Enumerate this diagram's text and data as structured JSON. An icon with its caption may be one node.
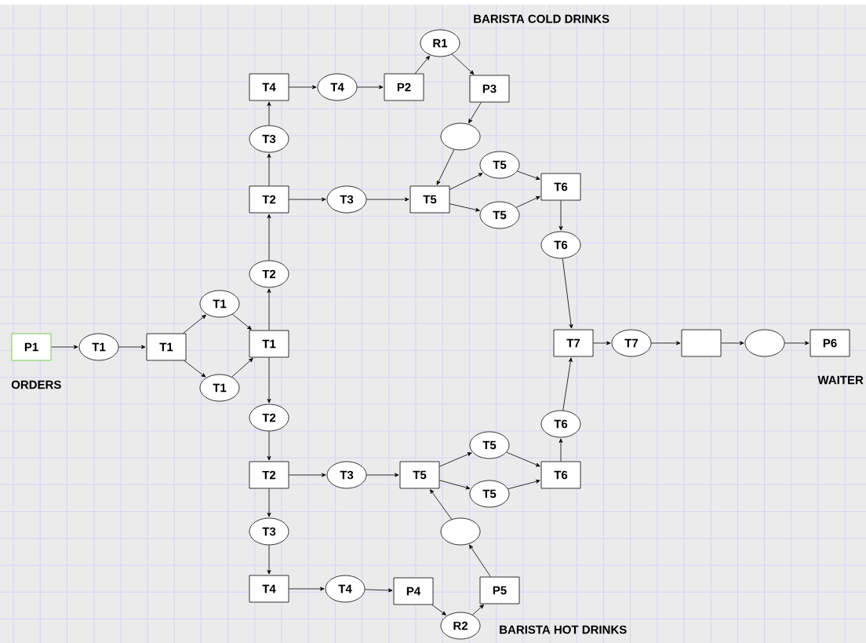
{
  "diagram": {
    "nodes": [
      {
        "text": [
          "P1"
        ],
        "beside": [
          "ORDERS"
        ]
      },
      {
        "text": [
          "T1"
        ]
      },
      {
        "text": [
          "T1"
        ]
      },
      {
        "text": [
          "T1"
        ]
      },
      {
        "text": [
          "T1"
        ]
      },
      {
        "text": [
          "T1"
        ]
      },
      {
        "text": [
          "T2"
        ]
      },
      {
        "text": [
          "T2"
        ]
      },
      {
        "text": [
          "T3"
        ]
      },
      {
        "text": [
          "T4"
        ]
      },
      {
        "text": [
          "T4"
        ]
      },
      {
        "text": [
          "P2"
        ]
      },
      {
        "text": [
          "R1"
        ],
        "beside": [
          "BARISTA COLD DRINKS"
        ]
      },
      {
        "text": [
          "P3"
        ]
      },
      {
        "text": [],
        "shape": "ellipse"
      },
      {
        "text": [
          "T3"
        ]
      },
      {
        "text": [
          "T5"
        ]
      },
      {
        "text": [
          "T5"
        ]
      },
      {
        "text": [
          "T5"
        ]
      },
      {
        "text": [
          "T6"
        ]
      },
      {
        "text": [
          "T6"
        ]
      },
      {
        "text": [
          "T2"
        ]
      },
      {
        "text": [
          "T2"
        ]
      },
      {
        "text": [
          "T3"
        ]
      },
      {
        "text": [
          "T5"
        ]
      },
      {
        "text": [
          "T5"
        ]
      },
      {
        "text": [
          "T5"
        ]
      },
      {
        "text": [
          "T6"
        ]
      },
      {
        "text": [
          "T6"
        ]
      },
      {
        "text": [
          "T3"
        ]
      },
      {
        "text": [
          "T4"
        ]
      },
      {
        "text": [
          "T4"
        ]
      },
      {
        "text": [
          "P4"
        ]
      },
      {
        "text": [
          "R2"
        ],
        "beside": [
          "BARISTA HOT DRINKS"
        ]
      },
      {
        "text": [
          "P5"
        ]
      },
      {
        "text": [],
        "shape": "ellipse"
      },
      {
        "text": [
          "T7"
        ]
      },
      {
        "text": [
          "T7"
        ]
      },
      {
        "text": [],
        "shape": "box"
      },
      {
        "text": [],
        "shape": "ellipse"
      },
      {
        "text": [
          "P6"
        ],
        "beside": [
          "WAITER"
        ]
      }
    ],
    "edges": [
      {
        "from": 0,
        "to": 1,
        "arrow": "to"
      },
      {
        "from": 1,
        "to": 2,
        "arrow": "to"
      },
      {
        "from": 2,
        "to": 3,
        "arrow": "to"
      },
      {
        "from": 2,
        "to": 4,
        "arrow": "to"
      },
      {
        "from": 3,
        "to": 5,
        "arrow": "to"
      },
      {
        "from": 4,
        "to": 5,
        "arrow": "to"
      },
      {
        "from": 5,
        "to": 6,
        "arrow": "to"
      },
      {
        "from": 6,
        "to": 7,
        "arrow": "to"
      },
      {
        "from": 7,
        "to": 8,
        "arrow": "to"
      },
      {
        "from": 8,
        "to": 9,
        "arrow": "to"
      },
      {
        "from": 9,
        "to": 10,
        "arrow": "to"
      },
      {
        "from": 10,
        "to": 11,
        "arrow": "to"
      },
      {
        "from": 11,
        "to": 12,
        "arrow": "to"
      },
      {
        "from": 12,
        "to": 13,
        "arrow": "to"
      },
      {
        "from": 13,
        "to": 14,
        "arrow": "to"
      },
      {
        "from": 14,
        "to": 16,
        "arrow": "to"
      },
      {
        "from": 7,
        "to": 15,
        "arrow": "to"
      },
      {
        "from": 15,
        "to": 16,
        "arrow": "to"
      },
      {
        "from": 16,
        "to": 17,
        "arrow": "to"
      },
      {
        "from": 16,
        "to": 18,
        "arrow": "to"
      },
      {
        "from": 17,
        "to": 19,
        "arrow": "to"
      },
      {
        "from": 18,
        "to": 19,
        "arrow": "to"
      },
      {
        "from": 19,
        "to": 20,
        "arrow": "to"
      },
      {
        "from": 20,
        "to": 36,
        "arrow": "to"
      },
      {
        "from": 5,
        "to": 21,
        "arrow": "to"
      },
      {
        "from": 21,
        "to": 22,
        "arrow": "to"
      },
      {
        "from": 22,
        "to": 23,
        "arrow": "to"
      },
      {
        "from": 23,
        "to": 24,
        "arrow": "to"
      },
      {
        "from": 24,
        "to": 25,
        "arrow": "to"
      },
      {
        "from": 24,
        "to": 26,
        "arrow": "to"
      },
      {
        "from": 25,
        "to": 27,
        "arrow": "to"
      },
      {
        "from": 26,
        "to": 27,
        "arrow": "to"
      },
      {
        "from": 27,
        "to": 28,
        "arrow": "to"
      },
      {
        "from": 28,
        "to": 36,
        "arrow": "to"
      },
      {
        "from": 22,
        "to": 29,
        "arrow": "to"
      },
      {
        "from": 29,
        "to": 30,
        "arrow": "to"
      },
      {
        "from": 30,
        "to": 31,
        "arrow": "to"
      },
      {
        "from": 31,
        "to": 32,
        "arrow": "to"
      },
      {
        "from": 32,
        "to": 33,
        "arrow": "to"
      },
      {
        "from": 33,
        "to": 34,
        "arrow": "to"
      },
      {
        "from": 34,
        "to": 35,
        "arrow": "to"
      },
      {
        "from": 35,
        "to": 24,
        "arrow": "to"
      },
      {
        "from": 36,
        "to": 37,
        "arrow": "to"
      },
      {
        "from": 37,
        "to": 38,
        "arrow": "to"
      },
      {
        "from": 38,
        "to": 39,
        "arrow": "to"
      },
      {
        "from": 39,
        "to": 40,
        "arrow": "to"
      }
    ]
  }
}
